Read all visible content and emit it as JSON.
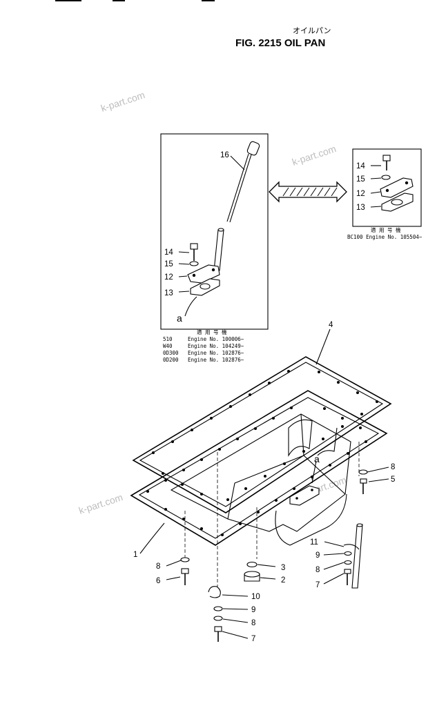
{
  "header": {
    "title_jp": "オイルパン",
    "title": "FIG. 2215  OIL PAN"
  },
  "watermarks": [
    "k-part.com",
    "k-part.com",
    "k-part.com",
    "k-part.com"
  ],
  "inset_main": {
    "callouts": [
      "16",
      "14",
      "15",
      "12",
      "13",
      "a"
    ],
    "applicability_jp": "適 用 号 機",
    "applicability": [
      {
        "model": "510",
        "text": "Engine  No.  100006~"
      },
      {
        "model": "W40",
        "text": "Engine  No.  104249~"
      },
      {
        "model": "0D300",
        "text": "Engine  No.  102876~"
      },
      {
        "model": "0D200",
        "text": "Engine  No.  102876~"
      }
    ]
  },
  "inset_alt": {
    "callouts": [
      "14",
      "15",
      "12",
      "13"
    ],
    "applicability_jp": "適 用 号 機",
    "applicability": "BC100  Engine  No.  105504~"
  },
  "main_callouts": {
    "c4": "4",
    "a": "a",
    "c8r": "8",
    "c5": "5",
    "c1": "1",
    "c8l": "8",
    "c6": "6",
    "c3": "3",
    "c2": "2",
    "c11": "11",
    "c9r": "9",
    "c8r2": "8",
    "c7r": "7",
    "c10": "10",
    "c9": "9",
    "c8b": "8",
    "c7b": "7"
  }
}
